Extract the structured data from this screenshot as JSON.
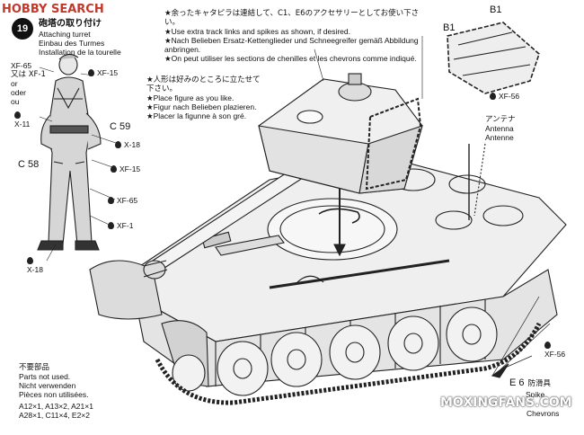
{
  "watermark_top": {
    "text": "HOBBY SEARCH",
    "color": "#c0392b"
  },
  "watermark_bottom": {
    "text": "MOXINGFANS.COM",
    "color": "#ffffff"
  },
  "step": {
    "number": "19",
    "title_jp": "砲塔の取り付け",
    "title_en": "Attaching turret",
    "title_de": "Einbau des Turmes",
    "title_fr": "Installation de la tourelle"
  },
  "note_tracks": {
    "jp": "余ったキャタピラは連結して、C1、E6のアクセサリーとしてお使い下さい。",
    "en": "Use extra track links and spikes as shown, if desired.",
    "de": "Nach Belieben Ersatz-Kettenglieder und Schneegreifer gemäß Abbildung anbringen.",
    "fr": "On peut utiliser les sections de chenilles et les chevrons comme indiqué."
  },
  "note_figure": {
    "jp": "人形は好みのところに立たせて下さい。",
    "en": "Place figure as you like.",
    "de": "Figur nach Belieben plazieren.",
    "fr": "Placer la figunne à son gré."
  },
  "figure_paints": {
    "xf65_a": "XF-65",
    "or_jp": "又は",
    "xf1_a": "XF-1",
    "or_en": "or",
    "or_de": "oder",
    "or_fr": "ou",
    "xf15_a": "XF-15",
    "x11": "X-11",
    "c59": "C 59",
    "x18_a": "X-18",
    "c58": "C 58",
    "xf15_b": "XF-15",
    "xf65_b": "XF-65",
    "xf1_b": "XF-1",
    "x18_b": "X-18"
  },
  "labels": {
    "b1_top": "B1",
    "b1_side": "B1",
    "xf56_top": "XF-56",
    "antenna_jp": "アンテナ",
    "antenna_en": "Antenna",
    "antenna_de": "Antenne",
    "xf56_bottom": "XF-56",
    "e6_code": "E 6",
    "e6_jp": "防滑具",
    "spike": "Spike",
    "chevrons": "Chevrons"
  },
  "unused": {
    "jp": "不要部品",
    "en": "Parts not used.",
    "de": "Nicht verwenden",
    "fr": "Pièces non utilisées.",
    "line1": "A12×1, A13×2, A21×1",
    "line2": "A28×1, C11×4, E2×2"
  }
}
